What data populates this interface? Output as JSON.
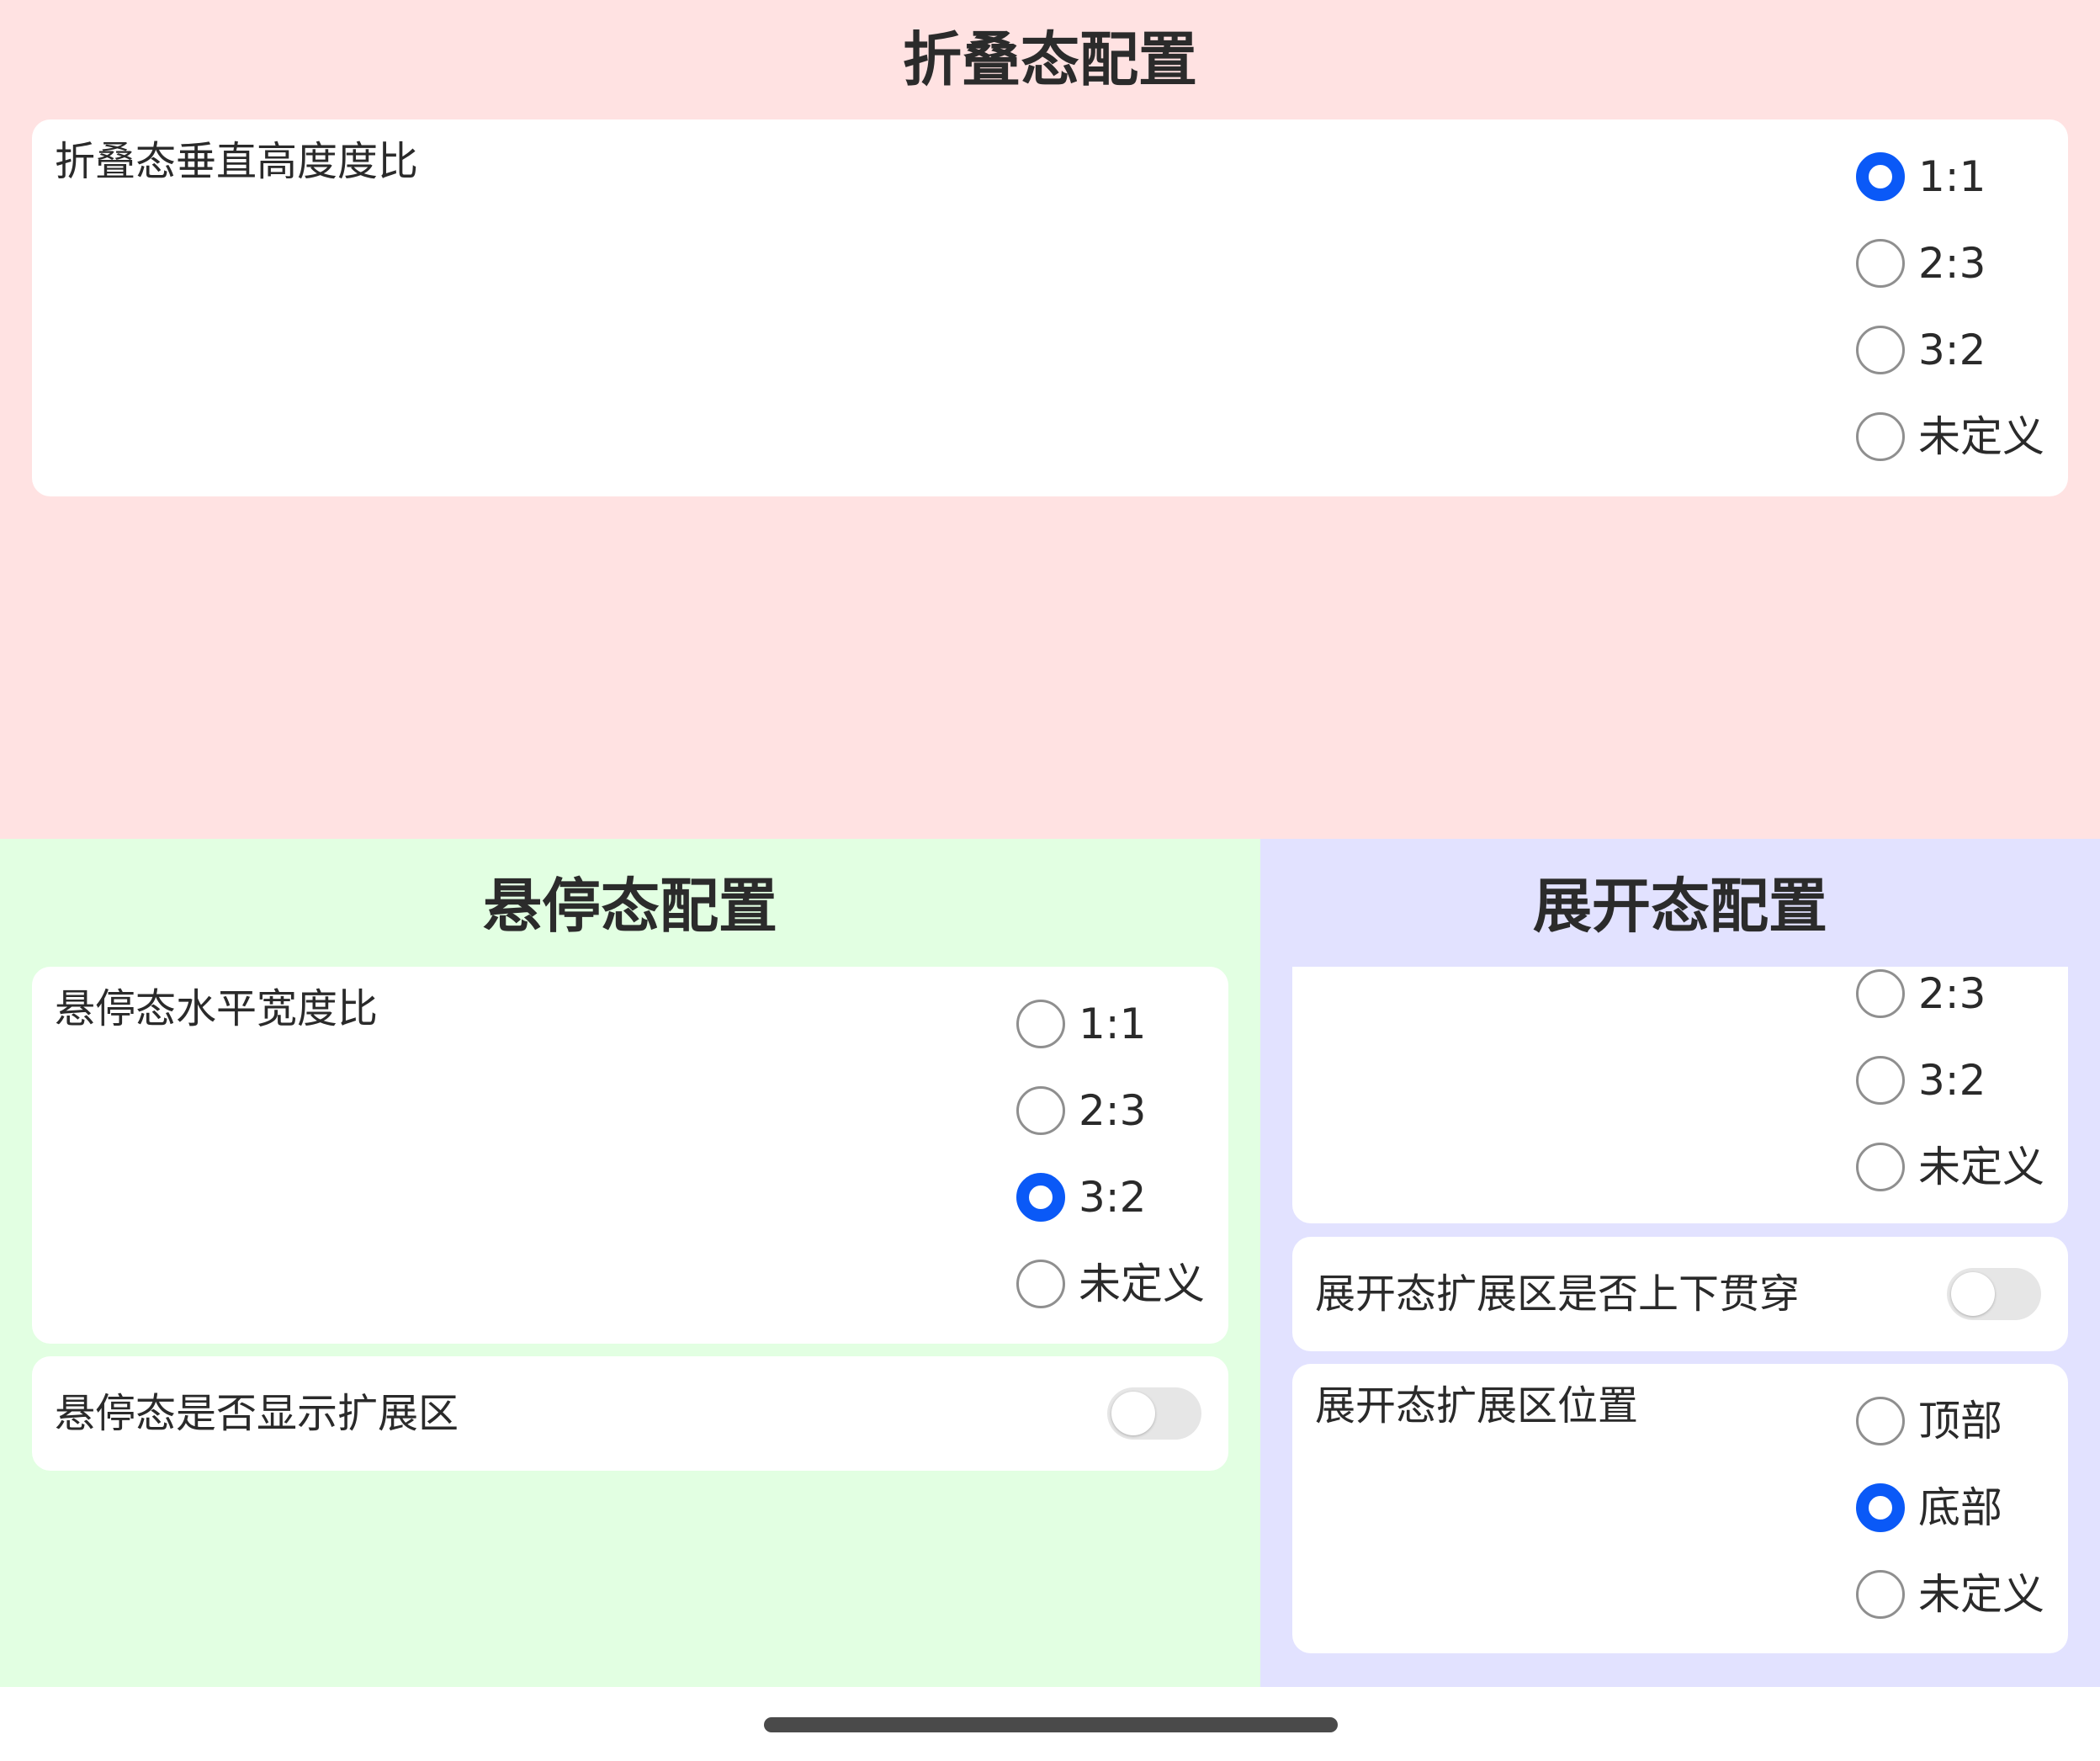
{
  "folded": {
    "title": "折叠态配置",
    "card": {
      "label": "折叠态垂直高度度比",
      "options": [
        {
          "label": "1:1",
          "checked": true
        },
        {
          "label": "2:3",
          "checked": false
        },
        {
          "label": "3:2",
          "checked": false
        },
        {
          "label": "未定义",
          "checked": false
        }
      ]
    }
  },
  "hover": {
    "title": "悬停态配置",
    "ratio_card": {
      "label": "悬停态水平宽度比",
      "options": [
        {
          "label": "1:1",
          "checked": false
        },
        {
          "label": "2:3",
          "checked": false
        },
        {
          "label": "3:2",
          "checked": true
        },
        {
          "label": "未定义",
          "checked": false
        }
      ]
    },
    "extension_card": {
      "label": "悬停态是否显示扩展区",
      "toggle_on": false
    }
  },
  "expanded": {
    "title": "展开态配置",
    "ratio_card": {
      "options": [
        {
          "label": "2:3",
          "checked": false
        },
        {
          "label": "3:2",
          "checked": false
        },
        {
          "label": "未定义",
          "checked": false
        }
      ]
    },
    "through_card": {
      "label": "展开态扩展区是否上下贯穿",
      "toggle_on": false
    },
    "position_card": {
      "label": "展开态扩展区位置",
      "options": [
        {
          "label": "顶部",
          "checked": false
        },
        {
          "label": "底部",
          "checked": true
        },
        {
          "label": "未定义",
          "checked": false
        }
      ]
    }
  },
  "colors": {
    "folded_bg": "#ffe2e2",
    "hover_bg": "#e2ffe2",
    "expanded_bg": "#e2e2ff",
    "accent": "#0a59f7"
  }
}
